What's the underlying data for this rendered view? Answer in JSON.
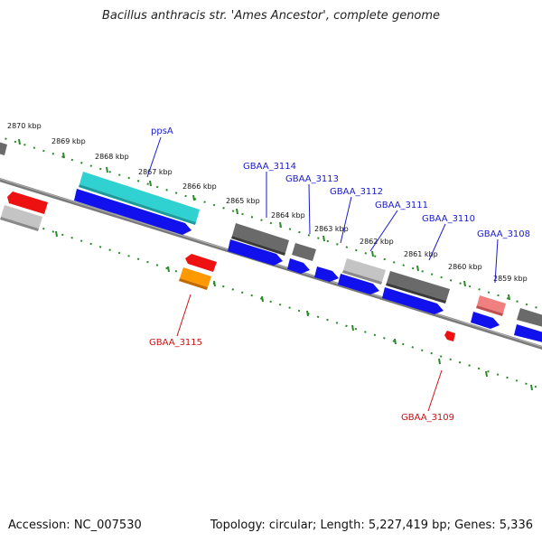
{
  "title": "Bacillus anthracis str. 'Ames Ancestor', complete genome",
  "footer": {
    "accession": "Accession: NC_007530",
    "topology": "Topology: circular; Length: 5,227,419 bp; Genes: 5,336"
  },
  "colors": {
    "backbone": "#8a8a8a",
    "tick_green": "#228b22",
    "label_forward": "#1a1acc",
    "label_reverse": "#cc1111",
    "blue": "#1111ee",
    "dark_gray": "#6a6a6a",
    "light_gray": "#c4c4c4",
    "cyan": "#2fd1d1",
    "red": "#ee1111",
    "orange": "#ff9900",
    "pink": "#f08080"
  },
  "kbp_labels": [
    "2870 kbp",
    "2869 kbp",
    "2868 kbp",
    "2867 kbp",
    "2866 kbp",
    "2865 kbp",
    "2864 kbp",
    "2863 kbp",
    "2862 kbp",
    "2861 kbp",
    "2860 kbp",
    "2859 kbp"
  ],
  "gene_labels": {
    "ppsA": "ppsA",
    "GBAA_3114": "GBAA_3114",
    "GBAA_3113": "GBAA_3113",
    "GBAA_3112": "GBAA_3112",
    "GBAA_3111": "GBAA_3111",
    "GBAA_3110": "GBAA_3110",
    "GBAA_3108": "GBAA_3108",
    "GBAA_3115": "GBAA_3115",
    "GBAA_3109": "GBAA_3109"
  }
}
